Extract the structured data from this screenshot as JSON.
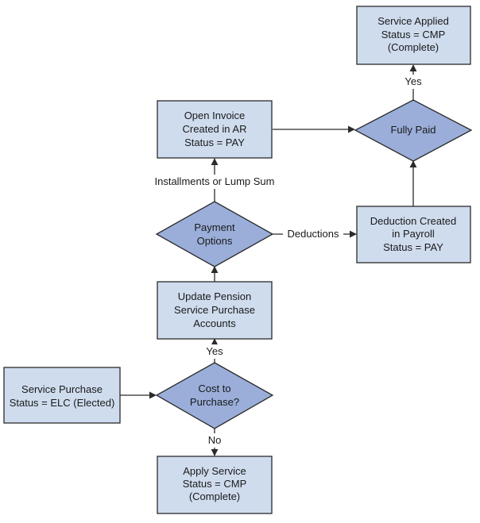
{
  "colors": {
    "process_fill": "#cfdcee",
    "decision_fill": "#9aaed9",
    "stroke": "#2b2b2b"
  },
  "nodes": {
    "service_purchase": [
      "Service Purchase",
      "Status = ELC (Elected)"
    ],
    "cost_to_purchase": [
      "Cost to",
      "Purchase?"
    ],
    "apply_service": [
      "Apply Service",
      "Status = CMP",
      "(Complete)"
    ],
    "update_pension": [
      "Update Pension",
      "Service Purchase",
      "Accounts"
    ],
    "payment_options": [
      "Payment",
      "Options"
    ],
    "open_invoice": [
      "Open Invoice",
      "Created in AR",
      "Status = PAY"
    ],
    "deduction_created": [
      "Deduction Created",
      "in Payroll",
      "Status = PAY"
    ],
    "fully_paid": [
      "Fully Paid"
    ],
    "service_applied": [
      "Service Applied",
      "Status = CMP",
      "(Complete)"
    ]
  },
  "edge_labels": {
    "no": "No",
    "yes_update": "Yes",
    "installments": "Installments or Lump Sum",
    "deductions": "Deductions",
    "yes_applied": "Yes"
  }
}
